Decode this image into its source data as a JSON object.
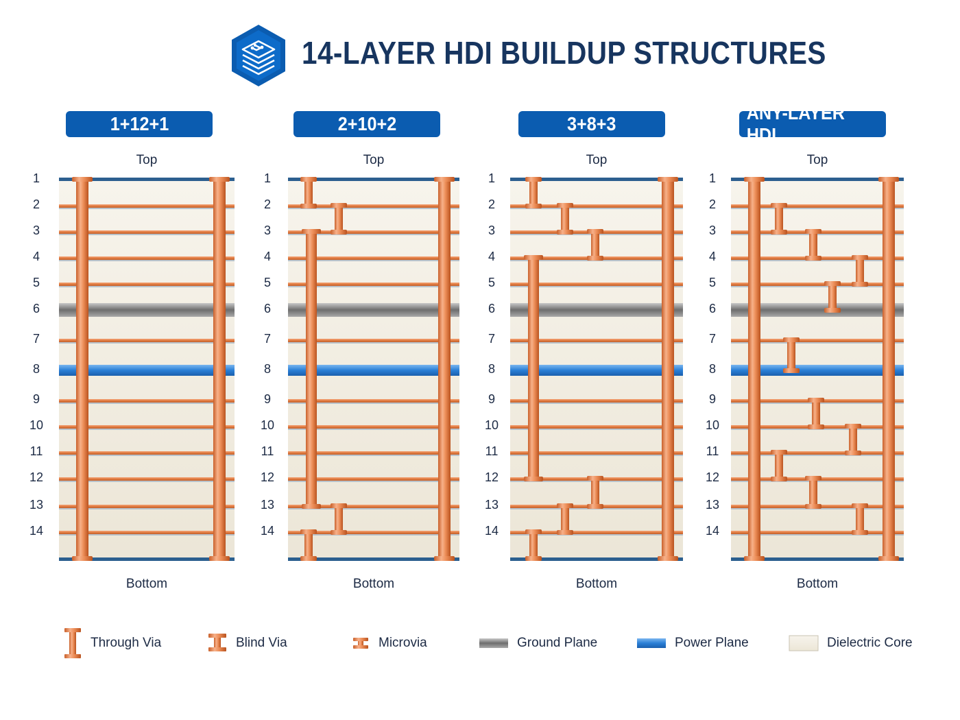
{
  "title": "14-LAYER HDI BUILDUP STRUCTURES",
  "logo_icon": "stacked-circuit-layers-icon",
  "colors": {
    "brand": "#0b5cb0",
    "title": "#17355f",
    "copper": "#e8874f",
    "ground": "#8c8c8c",
    "power": "#2a7fd6",
    "dielectric": "#f3efe4"
  },
  "top_label": "Top",
  "bottom_label": "Bottom",
  "layers": [
    "1",
    "2",
    "3",
    "4",
    "5",
    "6",
    "7",
    "8",
    "9",
    "10",
    "11",
    "12",
    "13",
    "14"
  ],
  "structures": [
    {
      "label": "1+12+1",
      "through_vias": 2,
      "blind_vias": [],
      "microvias": []
    },
    {
      "label": "2+10+2",
      "through_vias": 1,
      "blind_vias": [
        {
          "from": 3,
          "to": 13
        }
      ],
      "microvias": [
        {
          "from": 1,
          "to": 2
        },
        {
          "from": 2,
          "to": 3
        },
        {
          "from": 13,
          "to": 14
        },
        {
          "from": 14,
          "to": "Bottom"
        }
      ]
    },
    {
      "label": "3+8+3",
      "through_vias": 1,
      "blind_vias": [
        {
          "from": 4,
          "to": 12
        }
      ],
      "microvias": [
        {
          "from": 1,
          "to": 2
        },
        {
          "from": 2,
          "to": 3
        },
        {
          "from": 3,
          "to": 4
        },
        {
          "from": 12,
          "to": 13
        },
        {
          "from": 13,
          "to": 14
        },
        {
          "from": 14,
          "to": "Bottom"
        }
      ]
    },
    {
      "label": "ANY-LAYER HDI",
      "through_vias": 2,
      "blind_vias": [],
      "microvias": [
        {
          "from": 2,
          "to": 3
        },
        {
          "from": 3,
          "to": 4
        },
        {
          "from": 4,
          "to": 5
        },
        {
          "from": 5,
          "to": 6
        },
        {
          "from": 7,
          "to": 8
        },
        {
          "from": 9,
          "to": 10
        },
        {
          "from": 10,
          "to": 11
        },
        {
          "from": 11,
          "to": 12
        },
        {
          "from": 12,
          "to": 13
        },
        {
          "from": 13,
          "to": 14
        }
      ]
    }
  ],
  "legend": [
    {
      "label": "Through Via",
      "icon": "through-via-icon"
    },
    {
      "label": "Blind Via",
      "icon": "blind-via-icon"
    },
    {
      "label": "Microvia",
      "icon": "microvia-icon"
    },
    {
      "label": "Ground Plane",
      "icon": "ground-plane-swatch"
    },
    {
      "label": "Power Plane",
      "icon": "power-plane-swatch"
    },
    {
      "label": "Dielectric Core",
      "icon": "dielectric-core-swatch"
    }
  ]
}
